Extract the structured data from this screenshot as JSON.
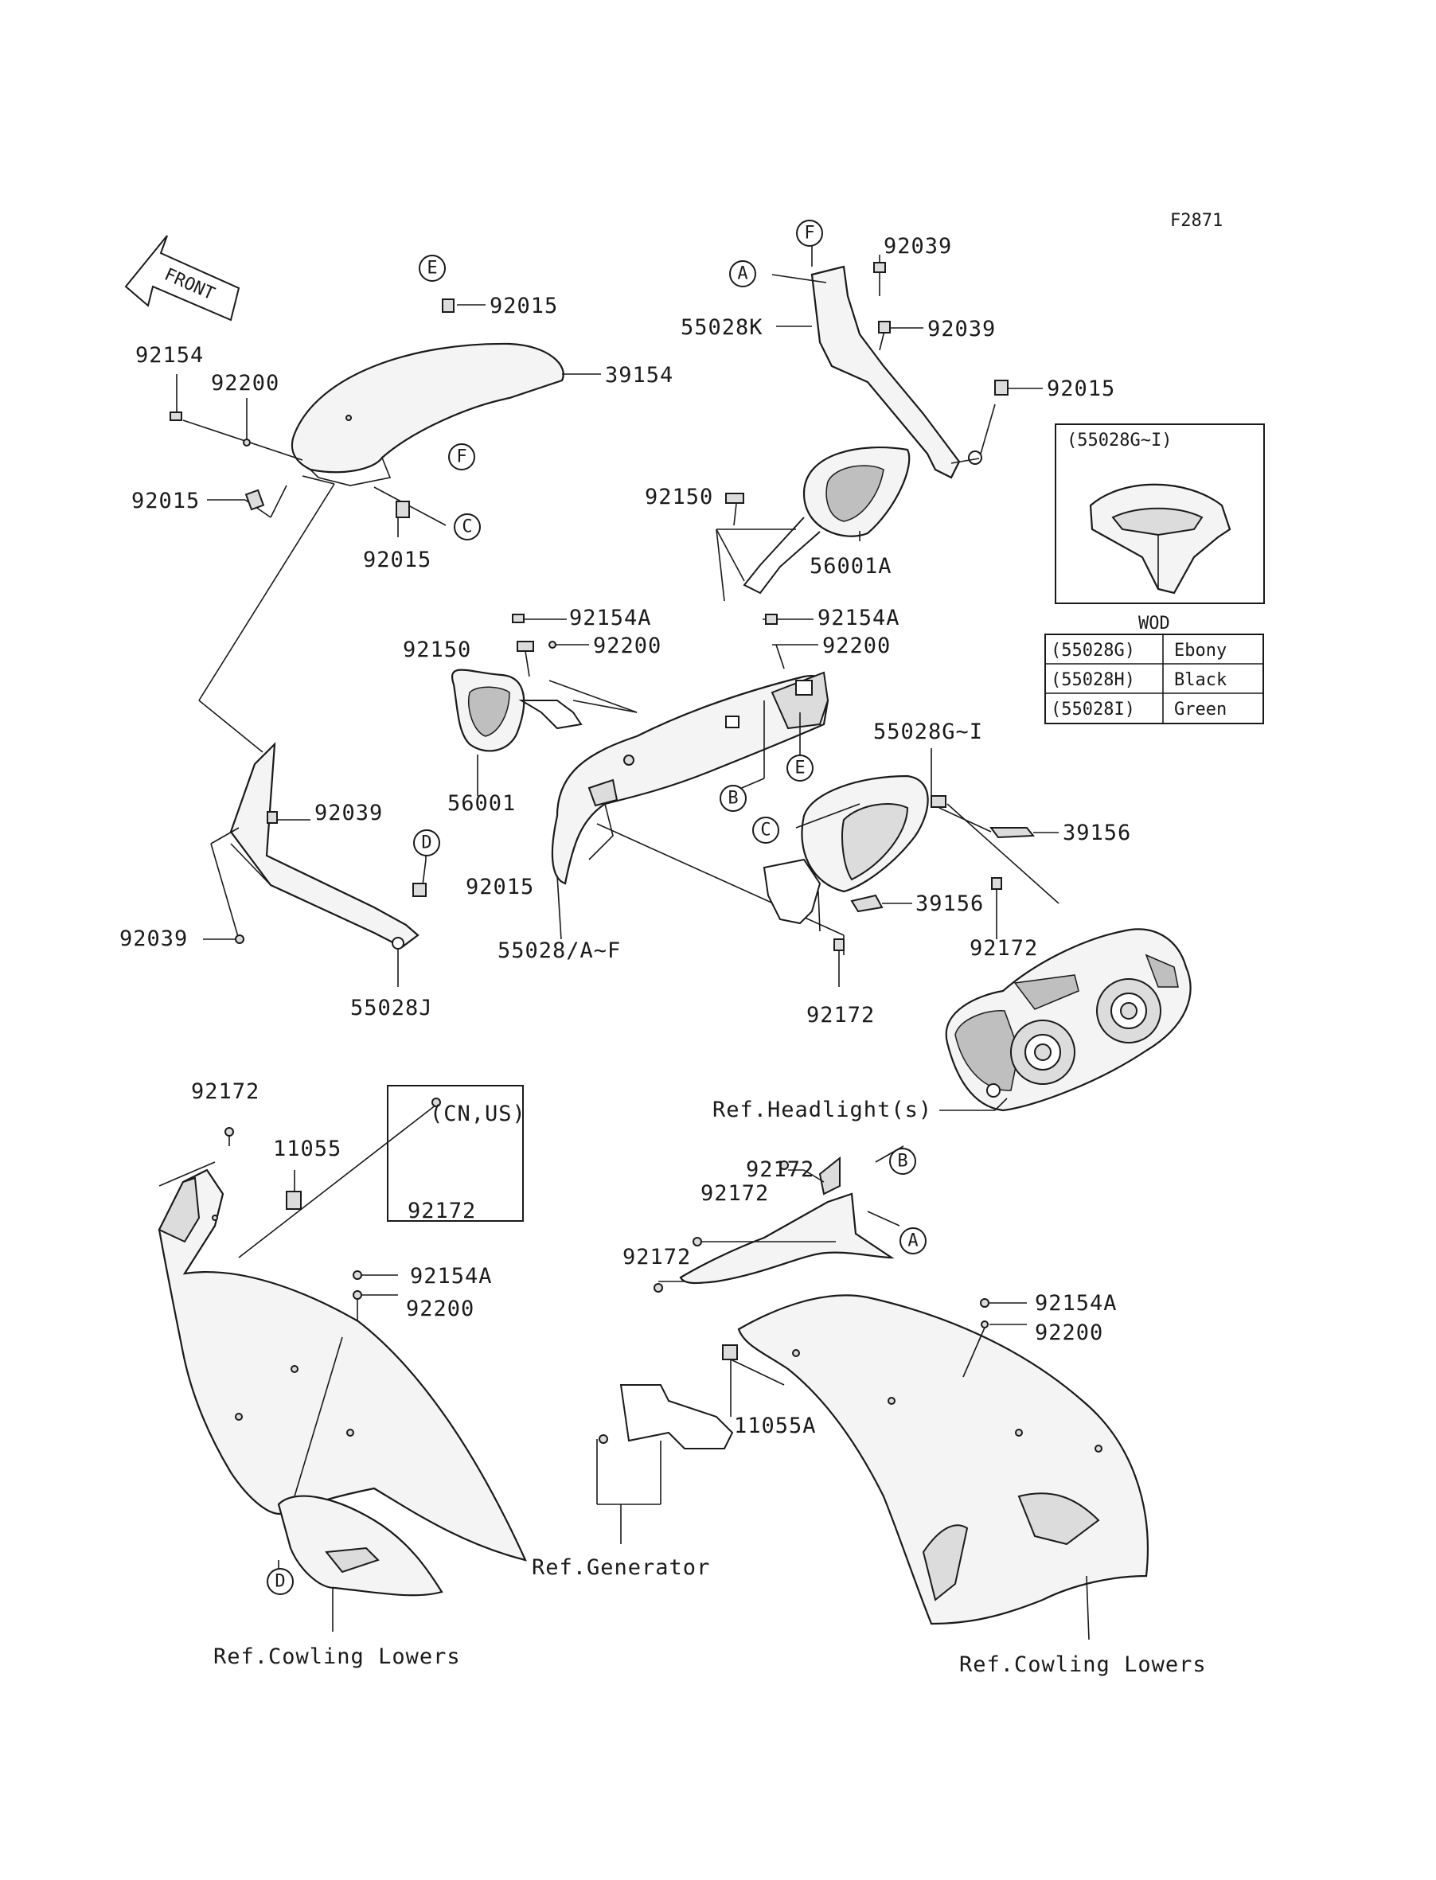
{
  "figure_code": "F2871",
  "front_label": "FRONT",
  "parts": {
    "p92015_top": "92015",
    "p39154": "39154",
    "p92154": "92154",
    "p92200_left": "92200",
    "p92015_left": "92015",
    "p92015_mid": "92015",
    "p92039_left": "92039",
    "p92039_left2": "92039",
    "p92015_d": "92015",
    "p55028J": "55028J",
    "p92039_a": "92039",
    "p55028K": "55028K",
    "p92039_b": "92039",
    "p92015_right": "92015",
    "p92150_top": "92150",
    "p56001A": "56001A",
    "p92154A_1": "92154A",
    "p92154A_2": "92154A",
    "p92200_1": "92200",
    "p92200_2": "92200",
    "p92150_mid": "92150",
    "p56001": "56001",
    "p55028AF": "55028/A~F",
    "p55028GI": "55028G~I",
    "p39156_a": "39156",
    "p39156_b": "39156",
    "p92172_a": "92172",
    "p92172_b": "92172",
    "ref_headlight": "Ref.Headlight(s)",
    "p92172_c": "92172",
    "p11055": "11055",
    "cn_us": "(CN,US)",
    "p92172_cn": "92172",
    "p92154A_3": "92154A",
    "p92200_3": "92200",
    "ref_cowling_left": "Ref.Cowling Lowers",
    "p92172_d": "92172",
    "p92172_e": "92172",
    "p92172_f": "92172",
    "p92154A_4": "92154A",
    "p92200_4": "92200",
    "p11055A": "11055A",
    "ref_generator": "Ref.Generator",
    "ref_cowling_right": "Ref.Cowling Lowers"
  },
  "callouts": {
    "E1": "E",
    "F1": "F",
    "C1": "C",
    "D1": "D",
    "F2": "F",
    "A1": "A",
    "B1": "B",
    "E2": "E",
    "C2": "C",
    "D2": "D",
    "B2": "B",
    "A2": "A"
  },
  "inset": {
    "title": "(55028G~I)",
    "caption": "WOD",
    "rows": [
      {
        "code": "(55028G)",
        "color": "Ebony"
      },
      {
        "code": "(55028H)",
        "color": "Black"
      },
      {
        "code": "(55028I)",
        "color": "Green"
      }
    ]
  }
}
